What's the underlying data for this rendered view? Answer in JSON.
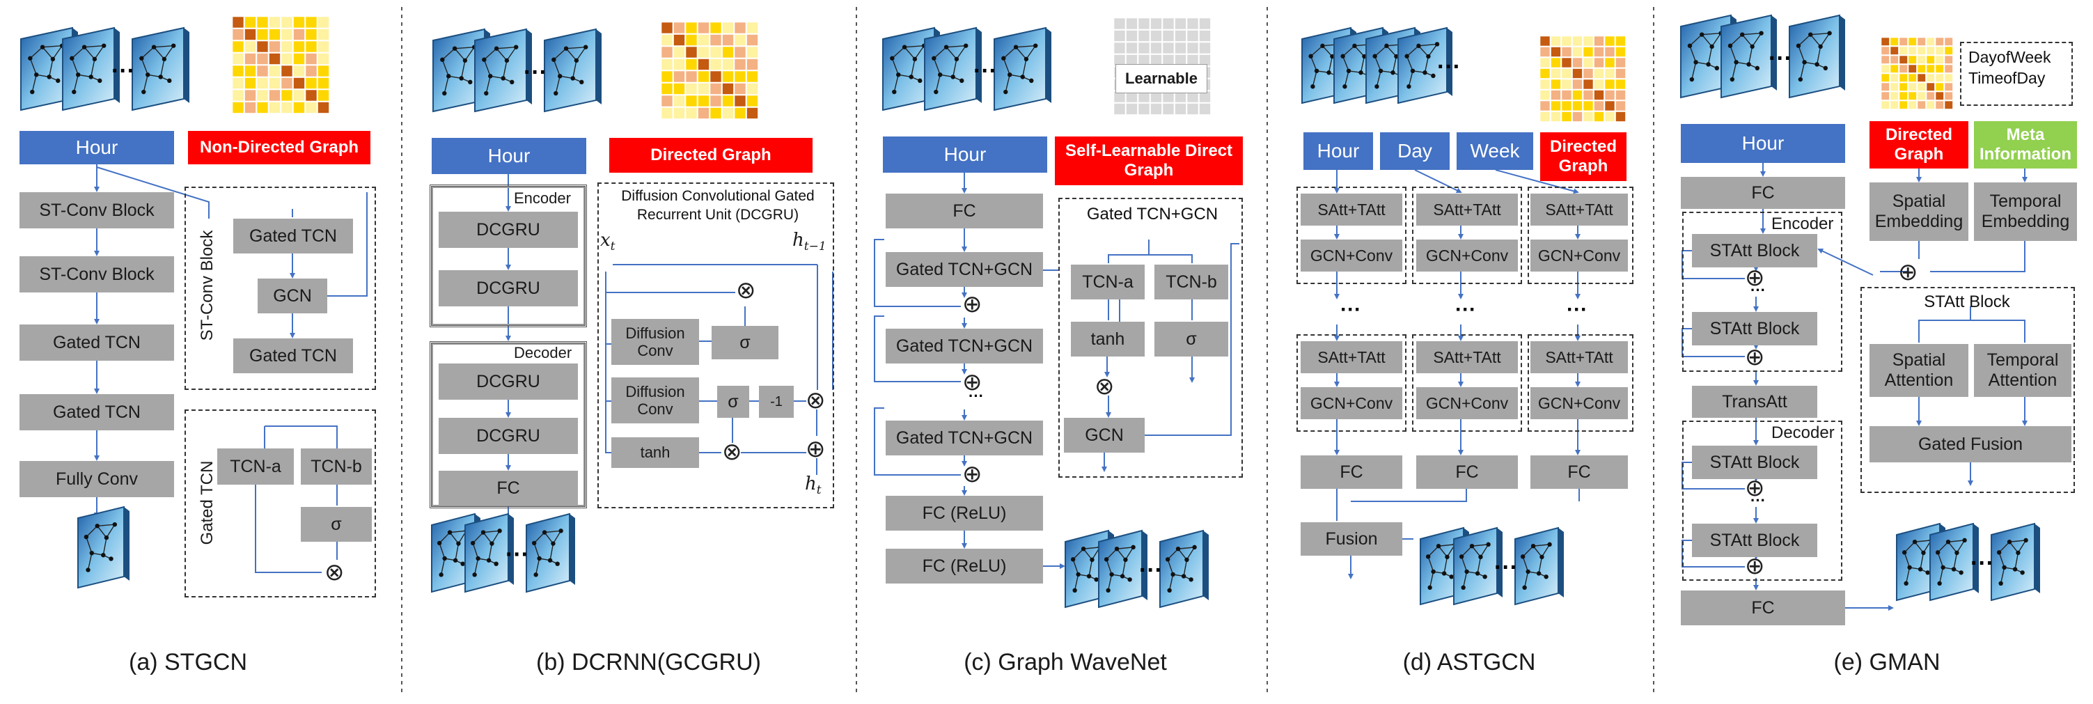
{
  "stgcn": {
    "caption": "(a) STGCN",
    "input": "Hour",
    "graph": "Non-Directed Graph",
    "blocks": [
      "ST-Conv Block",
      "ST-Conv Block",
      "Gated TCN",
      "Gated TCN",
      "Fully Conv"
    ],
    "st_label": "ST-Conv Block",
    "st_inner": [
      "Gated TCN",
      "GCN",
      "Gated TCN"
    ],
    "tcn_label": "Gated TCN",
    "tcn_a": "TCN-a",
    "tcn_b": "TCN-b",
    "sigma": "σ"
  },
  "dcrnn": {
    "caption": "(b) DCRNN(GCGRU)",
    "input": "Hour",
    "graph": "Directed Graph",
    "encoder": "Encoder",
    "decoder": "Decoder",
    "enc_blocks": [
      "DCGRU",
      "DCGRU"
    ],
    "dec_blocks": [
      "DCGRU",
      "DCGRU",
      "FC"
    ],
    "cell_title": "Diffusion Convolutional Gated Recurrent Unit (DCGRU)",
    "diff1": "Diffusion Conv",
    "diff2": "Diffusion Conv",
    "tanh": "tanh",
    "sigma": "σ",
    "minus_one": "-1",
    "x_label": "x",
    "x_sub": "t",
    "h_prev": "h",
    "h_prev_sub": "t−1",
    "h_out": "h",
    "h_out_sub": "t"
  },
  "wavenet": {
    "caption": "(c) Graph WaveNet",
    "input": "Hour",
    "graph": "Self-Learnable Direct Graph",
    "learnable": "Learnable",
    "fc": "FC",
    "layers": [
      "Gated TCN+GCN",
      "Gated TCN+GCN",
      "Gated TCN+GCN"
    ],
    "fc_relu": [
      "FC (ReLU)",
      "FC (ReLU)"
    ],
    "inner_title": "Gated TCN+GCN",
    "tcn_a": "TCN-a",
    "tcn_b": "TCN-b",
    "tanh": "tanh",
    "sigma": "σ",
    "gcn": "GCN"
  },
  "astgcn": {
    "caption": "(d) ASTGCN",
    "inputs": [
      "Hour",
      "Day",
      "Week"
    ],
    "graph": "Directed Graph",
    "satt": "SAtt+TAtt",
    "gcn": "GCN+Conv",
    "fc": "FC",
    "fusion": "Fusion"
  },
  "gman": {
    "caption": "(e) GMAN",
    "input": "Hour",
    "legend": [
      "DayofWeek",
      "TimeofDay"
    ],
    "graph": "Directed Graph",
    "meta": "Meta Information",
    "fc": "FC",
    "encoder": "Encoder",
    "decoder": "Decoder",
    "statt": "STAtt Block",
    "transatt": "TransAtt",
    "spatial_emb": "Spatial Embedding",
    "temporal_emb": "Temporal Embedding",
    "block_title": "STAtt Block",
    "spatial_att": "Spatial Attention",
    "temporal_att": "Temporal Attention",
    "gated_fusion": "Gated Fusion"
  },
  "colors": {
    "blue": "#4472c4",
    "red": "#ff0000",
    "green": "#92d050",
    "gray": "#a6a6a6",
    "arrow": "#4472c4",
    "matrix_light": "#fff2a0",
    "matrix_yellow": "#ffd700",
    "matrix_pink": "#f4b183",
    "matrix_brown": "#c55a11"
  }
}
